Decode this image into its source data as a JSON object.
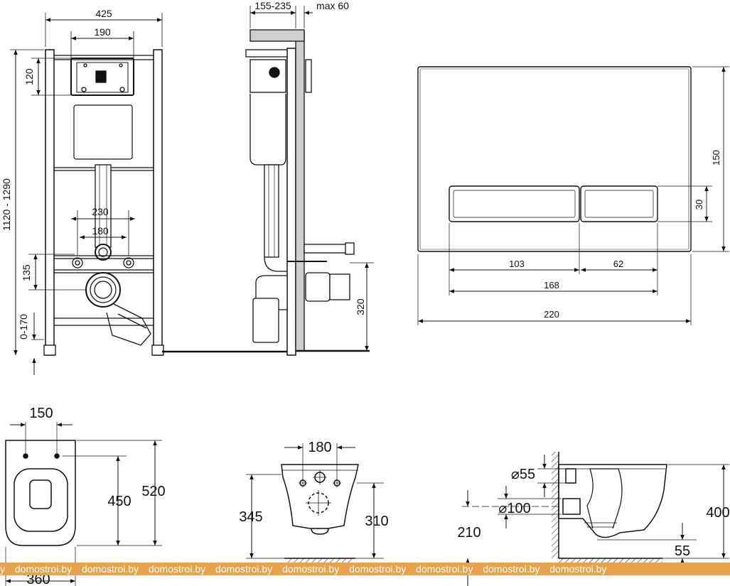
{
  "frame_front": {
    "width": "425",
    "plate_width": "190",
    "plate_height": "120",
    "total_height": "1120 - 1290",
    "pipe_spacing": "230",
    "stud_spacing": "180",
    "outlet_height": "135",
    "foot_adjust": "0-170"
  },
  "frame_side": {
    "depth": "155-235",
    "wall_max": "max 60",
    "outlet_height": "320"
  },
  "flush_plate": {
    "height": "150",
    "button_height": "30",
    "left_button": "103",
    "right_button": "62",
    "buttons_total": "168",
    "width": "220"
  },
  "bowl_top": {
    "hole_spacing": "150",
    "depth": "450",
    "length": "520",
    "width": "360"
  },
  "bowl_rear": {
    "stud_spacing": "180",
    "height_outer": "345",
    "height_inner": "310"
  },
  "bowl_side": {
    "inlet_dia": "⌀55",
    "outlet_dia": "⌀100",
    "outlet_height": "210",
    "total_height": "400",
    "inlet_offset": "55"
  },
  "watermark": {
    "text": "domostroi.by",
    "lead": "y"
  },
  "colors": {
    "line": "#111111",
    "watermark_bg": "#e9a24a",
    "watermark_text": "#ffffff"
  }
}
